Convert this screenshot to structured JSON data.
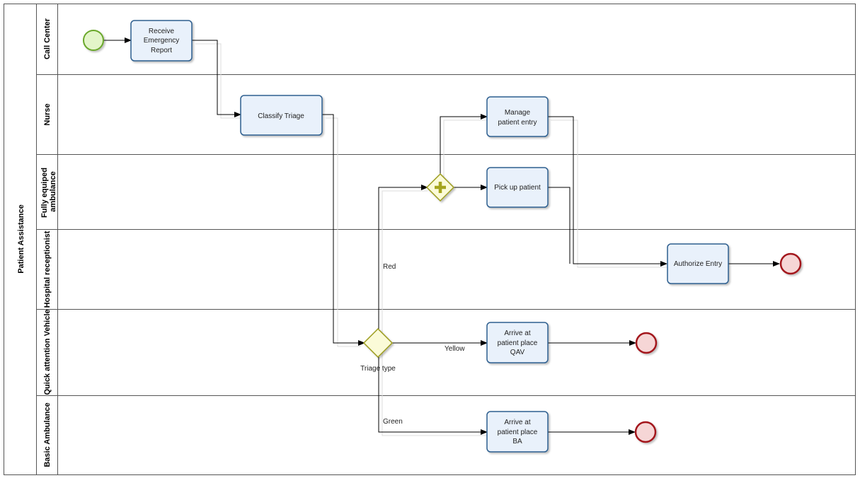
{
  "pool": {
    "label": "Patient Assistance"
  },
  "lanes": [
    {
      "id": "call-center",
      "label": [
        "Call Center"
      ]
    },
    {
      "id": "nurse",
      "label": [
        "Nurse"
      ]
    },
    {
      "id": "fully-equipped-ambulance",
      "label": [
        "Fully equiped",
        "ambulance"
      ]
    },
    {
      "id": "hospital-receptionist",
      "label": [
        "Hospital receptionist"
      ]
    },
    {
      "id": "quick-attention-vehicle",
      "label": [
        "Quick attention Vehicle"
      ]
    },
    {
      "id": "basic-ambulance",
      "label": [
        "Basic Ambulance"
      ]
    }
  ],
  "tasks": [
    {
      "id": "receive-emergency-report",
      "lines": [
        "Receive",
        "Emergency",
        "Report"
      ]
    },
    {
      "id": "classify-triage",
      "lines": [
        "Classify Triage"
      ]
    },
    {
      "id": "manage-patient-entry",
      "lines": [
        "Manage",
        "patient entry"
      ]
    },
    {
      "id": "pick-up-patient",
      "lines": [
        "Pick up patient"
      ]
    },
    {
      "id": "authorize-entry",
      "lines": [
        "Authorize Entry"
      ]
    },
    {
      "id": "arrive-patient-place-qav",
      "lines": [
        "Arrive at",
        "patient place",
        "QAV"
      ]
    },
    {
      "id": "arrive-patient-place-ba",
      "lines": [
        "Arrive at",
        "patient place",
        "BA"
      ]
    }
  ],
  "gateways": [
    {
      "id": "triage-type-gateway",
      "kind": "exclusive",
      "label": "Triage type"
    },
    {
      "id": "parallel-gateway",
      "kind": "parallel",
      "label": ""
    }
  ],
  "flow_labels": {
    "red": "Red",
    "yellow": "Yellow",
    "green": "Green"
  },
  "colors": {
    "task_fill": "#e9f1fb",
    "task_stroke": "#2f5f8f",
    "start_fill": "#e3f5c9",
    "start_stroke": "#6aa82c",
    "end_fill": "#f6d6d6",
    "end_stroke": "#a3161b",
    "gateway_fill": "#fbfbd8",
    "gateway_stroke": "#9c9c1f",
    "gateway_marker": "#a5a51c"
  }
}
